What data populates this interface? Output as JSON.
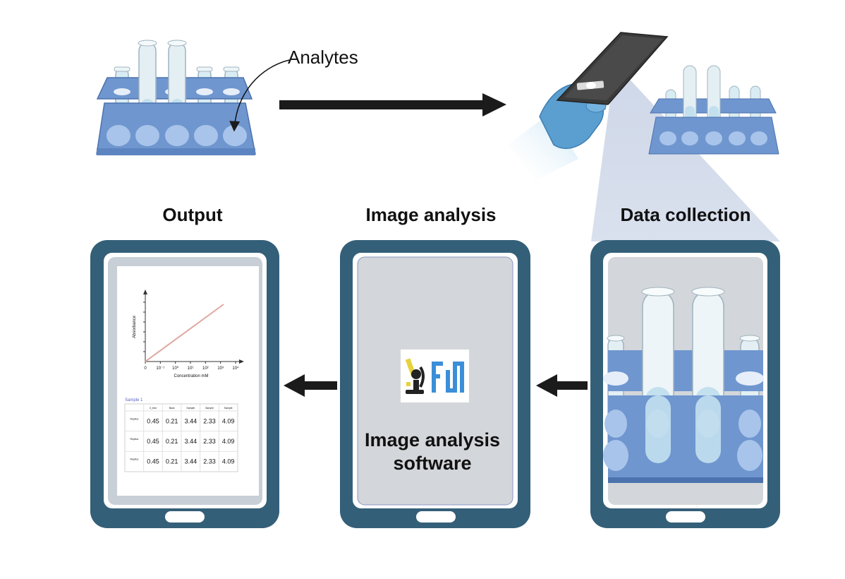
{
  "callout": {
    "analytes_label": "Analytes"
  },
  "stages": [
    {
      "title": "Output"
    },
    {
      "title": "Image analysis"
    },
    {
      "title": "Data collection"
    }
  ],
  "software": {
    "line1": "Image analysis",
    "line2": "software"
  },
  "output_chart": {
    "type": "line",
    "ylabel": "Absorbance",
    "xlabel": "Concentration mM",
    "x_ticks": [
      "0",
      "10⁻¹",
      "10⁰",
      "10¹",
      "10²",
      "10³",
      "10⁴"
    ]
  },
  "output_table": {
    "sample_label": "Sample 1",
    "headers": [
      "",
      "0_test",
      "Back",
      "Sample",
      "Sample",
      "Sample"
    ],
    "rows": [
      {
        "label": "Replica",
        "values": [
          "0.45",
          "0.21",
          "3.44",
          "2.33",
          "4.09"
        ]
      },
      {
        "label": "Replica",
        "values": [
          "0.45",
          "0.21",
          "3.44",
          "2.33",
          "4.09"
        ]
      },
      {
        "label": "Replica",
        "values": [
          "0.45",
          "0.21",
          "3.44",
          "2.33",
          "4.09"
        ]
      }
    ]
  },
  "colors": {
    "tablet_frame": "#345f78",
    "rack": "#6f96cf",
    "tube_liquid": "#c3e0ee",
    "glove": "#5a9fd0",
    "arrow": "#1b1b1b",
    "chart_line": "#e0a7a0",
    "fiji_blue": "#3b8fd9"
  }
}
